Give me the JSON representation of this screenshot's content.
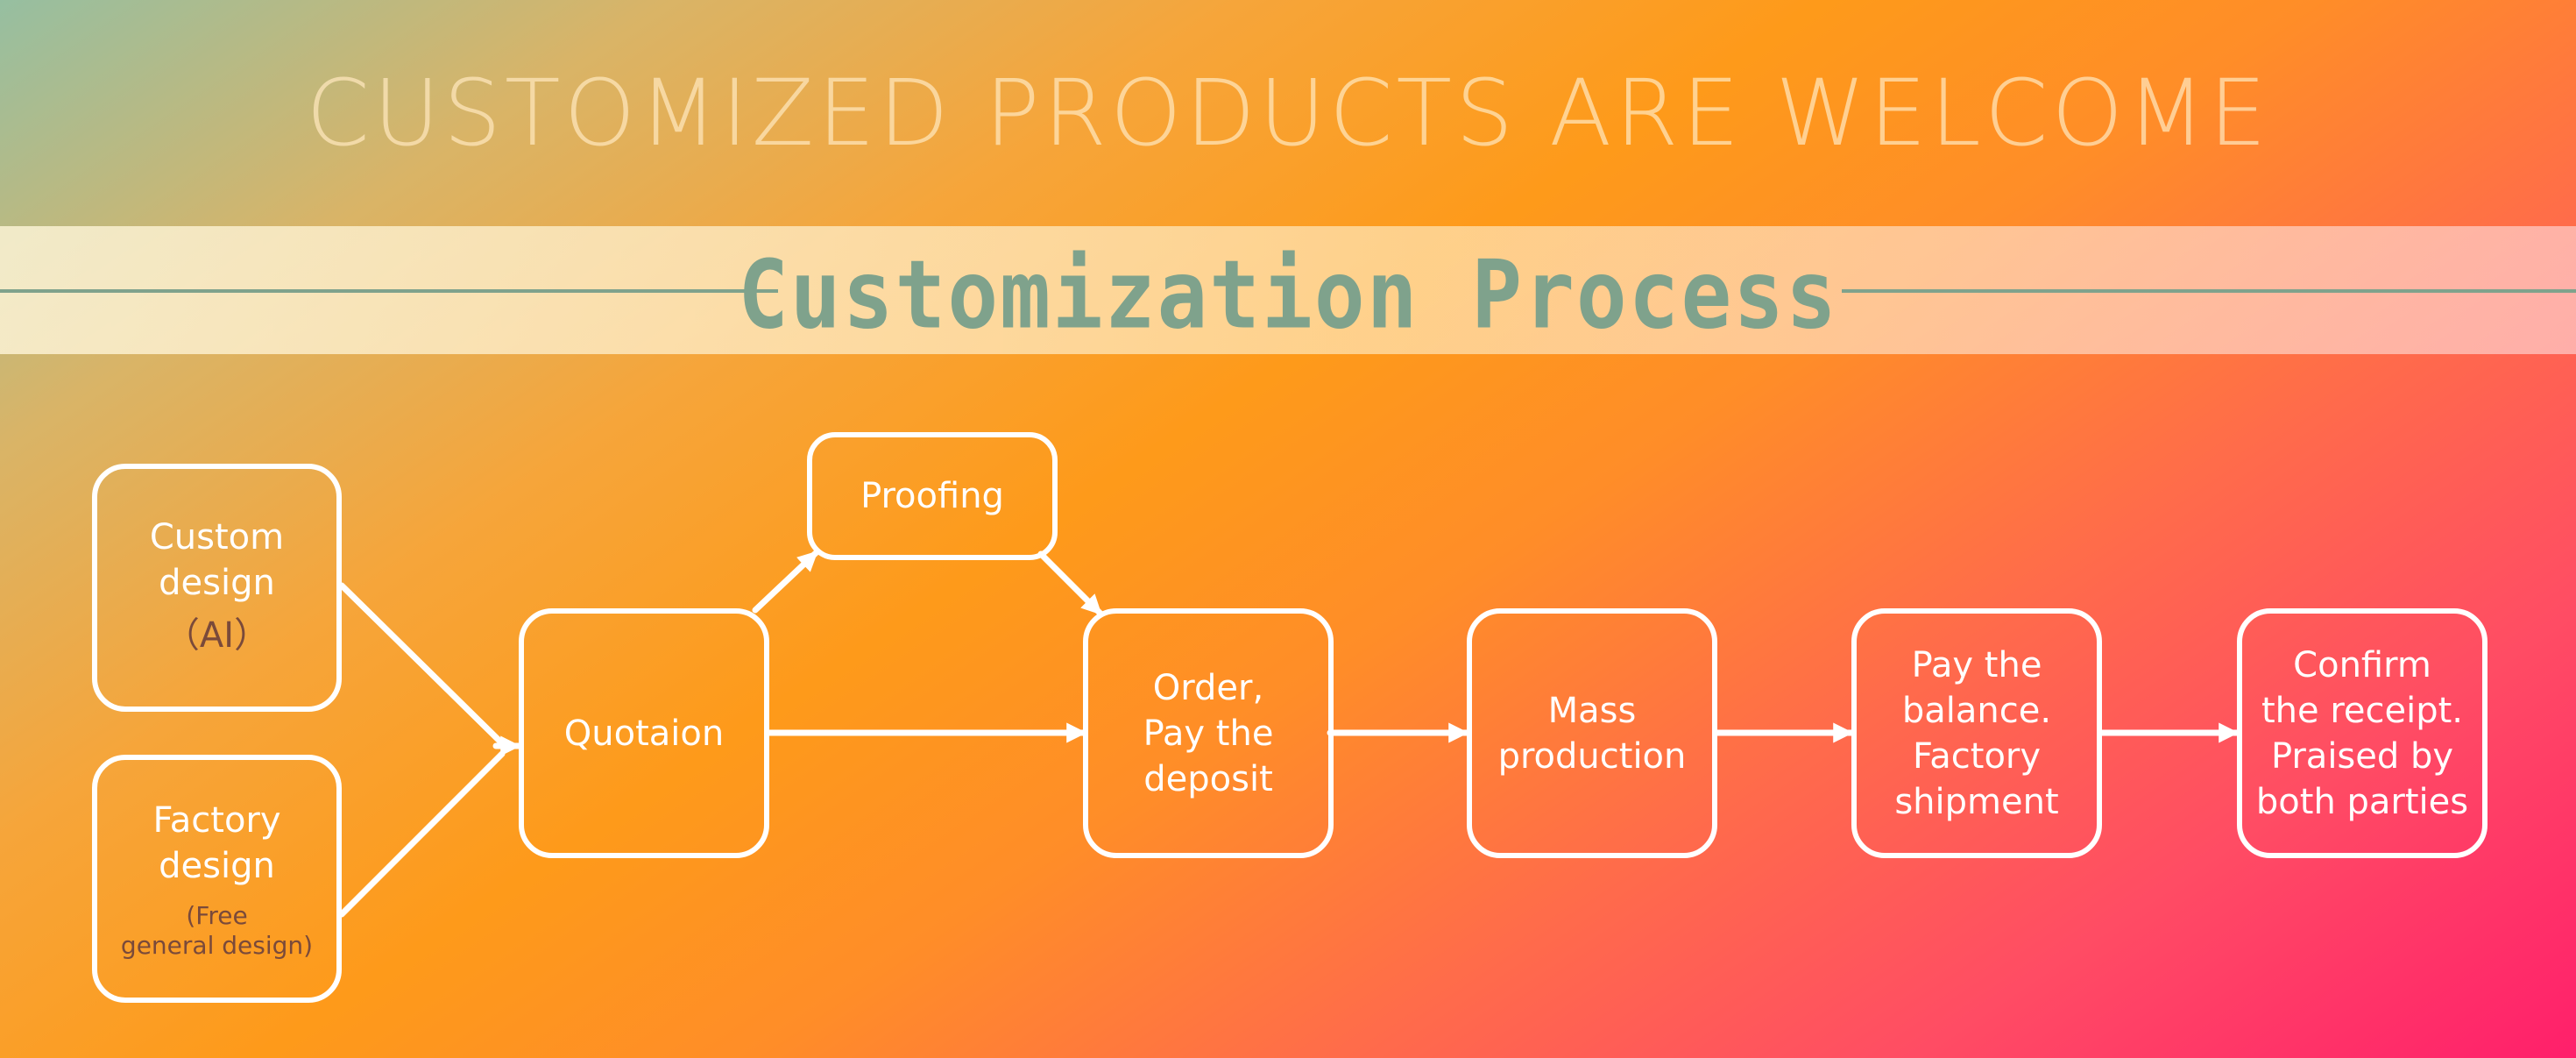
{
  "headline": "CUSTOMIZED PRODUCTS ARE WELCOME",
  "section_title": "Customization Process",
  "colors": {
    "accent_green": "#7fa28c",
    "node_border": "#ffffff",
    "note_text": "#7a4a3a"
  },
  "nodes": {
    "custom_design": {
      "lines": [
        "Custom",
        "design"
      ],
      "note": "（AI）"
    },
    "factory_design": {
      "lines": [
        "Factory",
        "design"
      ],
      "note_lines": [
        "(Free",
        "general design)"
      ]
    },
    "quotation": {
      "lines": [
        "Quotaion"
      ]
    },
    "proofing": {
      "lines": [
        "Proofing"
      ]
    },
    "order": {
      "lines": [
        "Order,",
        "Pay the",
        "deposit"
      ]
    },
    "mass_production": {
      "lines": [
        "Mass",
        "production"
      ]
    },
    "pay_balance": {
      "lines": [
        "Pay the",
        "balance.",
        "Factory",
        "shipment"
      ]
    },
    "confirm_receipt": {
      "lines": [
        "Confirm",
        "the receipt.",
        "Praised by",
        "both parties"
      ]
    }
  }
}
